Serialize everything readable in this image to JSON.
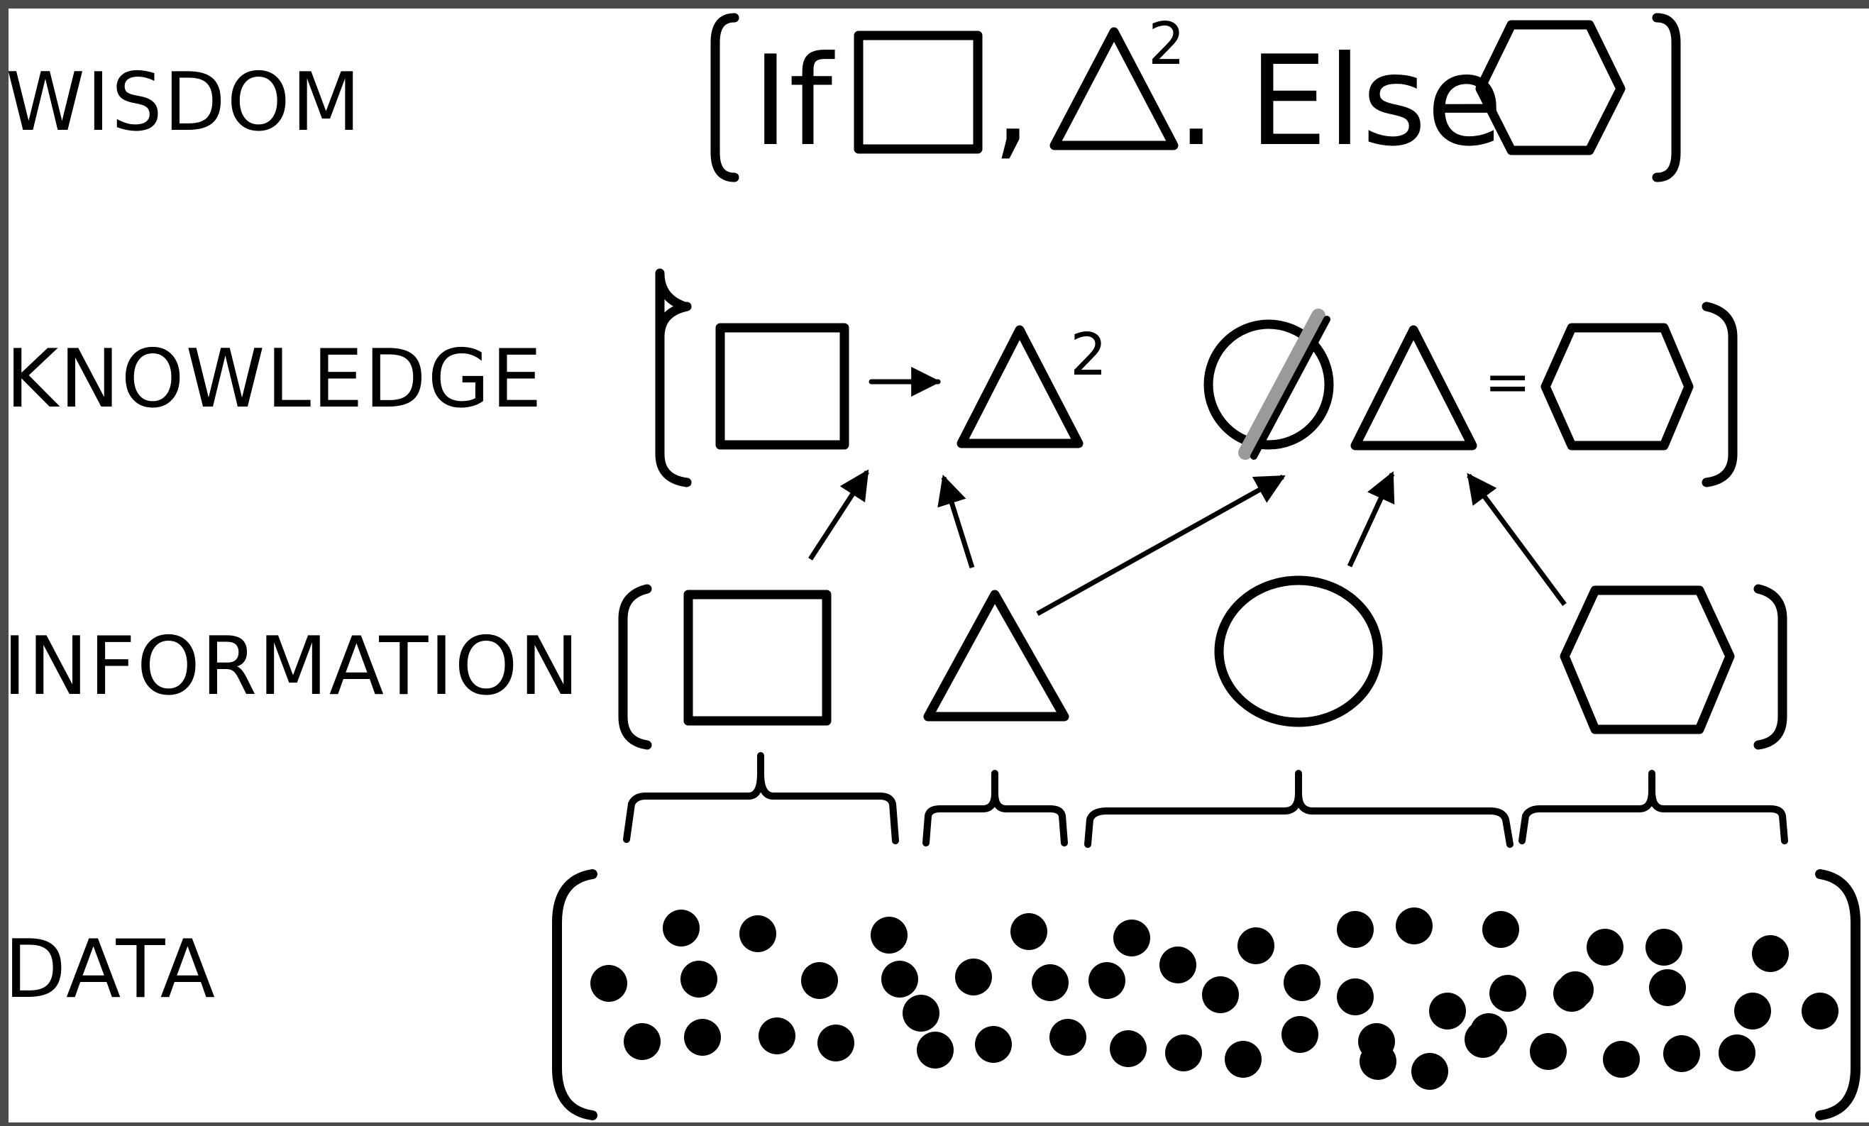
{
  "levels": {
    "wisdom": "WISDOM",
    "knowledge": "KNOWLEDGE",
    "information": "INFORMATION",
    "data": "DATA"
  },
  "wisdom_rule": {
    "if_word": "If",
    "comma": ",",
    "exponent": "2",
    "period": ".",
    "else_word": "Else"
  },
  "knowledge_rule": {
    "exponent": "2",
    "equals": "="
  },
  "colors": {
    "frame": "#4a4a4a",
    "background": "#ffffff",
    "ink": "#000000",
    "highlight": "#9a9a9a"
  },
  "icons": [
    "square-icon",
    "triangle-icon",
    "circle-icon",
    "hexagon-icon",
    "arrow-icon",
    "brace-icon",
    "data-dot-icon"
  ]
}
